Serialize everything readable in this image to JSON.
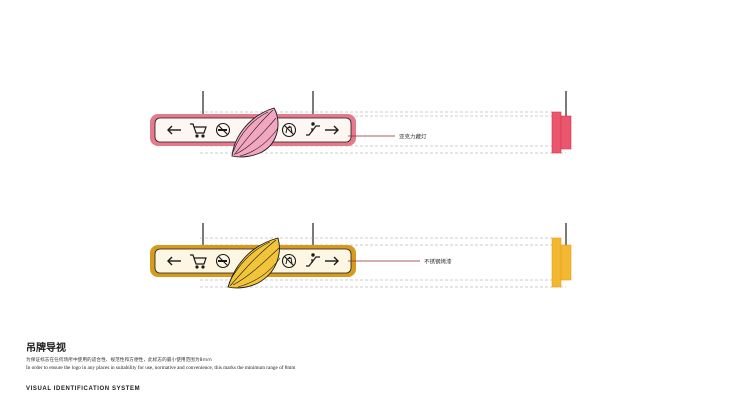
{
  "signs": [
    {
      "id": "pink",
      "material_label": "亚克力藏灯",
      "colors": {
        "frame": "#e47a8a",
        "fill": "#fdf6f2",
        "petal": "#f3a6bf",
        "petal_dark": "#e07e9f",
        "side": "#e9566d",
        "side_dark": "#d8344d"
      },
      "icons": [
        "arrow-left-icon",
        "cart-icon",
        "no-smoking-icon",
        "no-pets-icon",
        "escalator-icon",
        "arrow-right-icon"
      ]
    },
    {
      "id": "yellow",
      "material_label": "不锈钢烤漆",
      "colors": {
        "frame": "#d89a1c",
        "fill": "#fdf6e3",
        "petal": "#f2c43a",
        "petal_dark": "#d99a16",
        "side": "#f3b731",
        "side_dark": "#e4a21a"
      },
      "icons": [
        "arrow-left-icon",
        "cart-icon",
        "no-smoking-icon",
        "no-pets-icon",
        "escalator-icon",
        "arrow-right-icon"
      ]
    }
  ],
  "footer": {
    "title_cn": "吊牌导视",
    "desc_cn": "为保证标志在任何场所中使用的适合性、规范性和方便性，此标志的最小使用范围为8mm",
    "desc_en": "In order to ensure the logo in any places in suitability for use, normative and convenience, this marks the minimum range of 8mm",
    "system_en": "VISUAL IDENTIFICATION SYSTEM"
  }
}
